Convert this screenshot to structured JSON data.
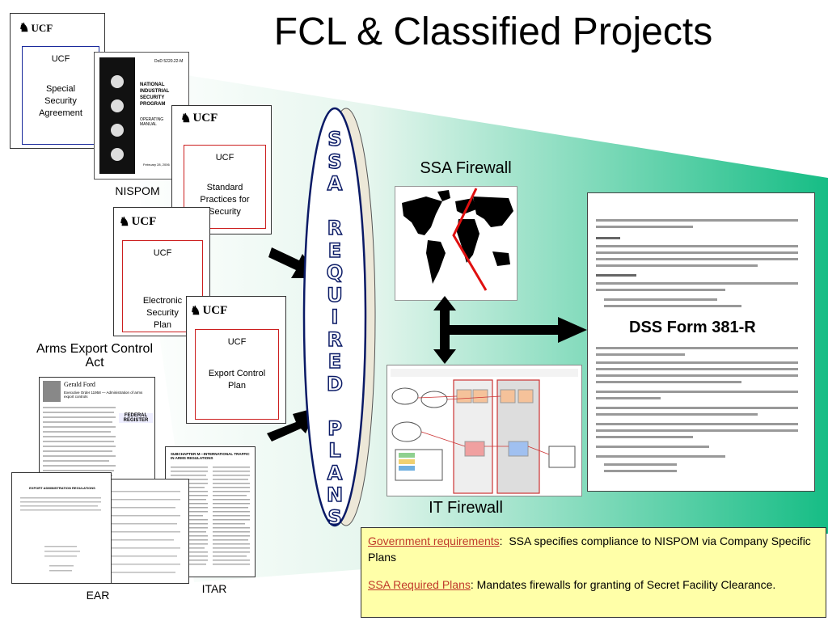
{
  "slide": {
    "title": "FCL & Classified Projects"
  },
  "docs": {
    "ucf_logo_text": "UCF",
    "ssa": {
      "head": "UCF",
      "body": "Special Security Agreement"
    },
    "nispom": {
      "banner": "NATIONAL INDUSTRIAL SECURITY PROGRAM",
      "sub": "OPERATING MANUAL",
      "dodref": "DoD 5220.22-M",
      "date": "February 28, 2006",
      "caption": "NISPOM"
    },
    "sps": {
      "head": "UCF",
      "body": "Standard Practices for Security"
    },
    "esp": {
      "head": "UCF",
      "body": "Electronic Security Plan"
    },
    "ecp": {
      "head": "UCF",
      "body": "Export Control Plan"
    },
    "itar_caption": "ITAR",
    "ear_caption": "EAR",
    "itar_header": "SUBCHAPTER M—INTERNATIONAL TRAFFIC IN ARMS REGULATIONS",
    "ear_header": "EXPORT ADMINISTRATION REGULATIONS",
    "fr": {
      "name": "Gerald Ford",
      "line1": "Executive Order 11958 — Administration of arms export controls",
      "masthead": "FEDERAL REGISTER"
    }
  },
  "arms_export_caption": "Arms Export Control Act",
  "ssa_required_plans": [
    "S",
    "S",
    "A",
    "",
    "R",
    "E",
    "Q",
    "U",
    "I",
    "R",
    "E",
    "D",
    "",
    "P",
    "L",
    "A",
    "N",
    "S"
  ],
  "firewalls": {
    "ssa_label": "SSA Firewall",
    "it_label": "IT Firewall"
  },
  "dss": {
    "label": "DSS Form 381-R"
  },
  "notes": {
    "gov_link": "Government requirements",
    "gov_text": "SSA specifies compliance to NISPOM via Company Specific Plans",
    "plans_link": "SSA Required Plans",
    "plans_text": "Mandates firewalls for granting of Secret Facility Clearance."
  },
  "colors": {
    "wedge_light": "#e8f7ef",
    "wedge_dark": "#1bbf86",
    "inner_red": "#cc1f1f",
    "inner_blue": "#1a2a9c",
    "map_red": "#e01010",
    "oval_outline": "#0a1a66",
    "note_bg": "#ffffa8",
    "link": "#c0392b"
  }
}
